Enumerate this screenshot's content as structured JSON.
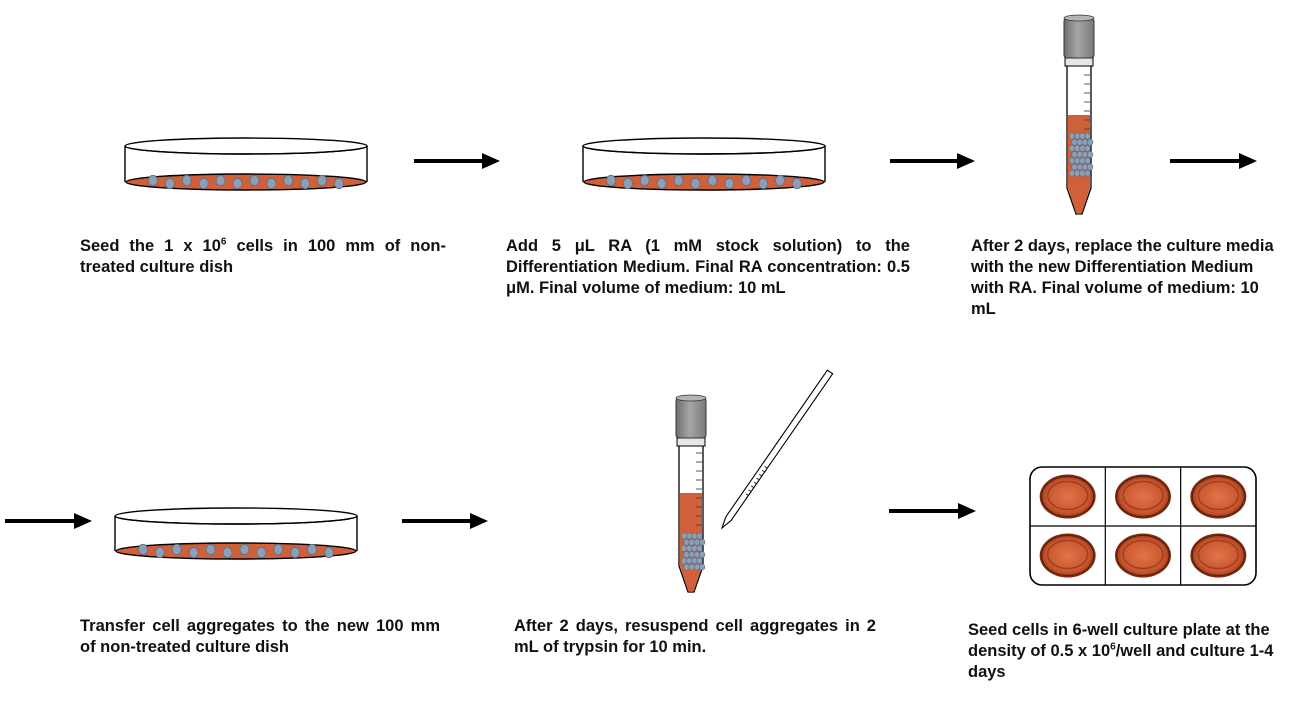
{
  "steps": [
    {
      "text_before": "Seed the 1 x 10",
      "sup": "6",
      "text_after": " cells in 100 mm of non-treated culture dish",
      "icon": "petri-dish-icon"
    },
    {
      "text": "Add 5 μL RA (1 mM stock solution) to the Differentiation Medium. Final RA concentration: 0.5 μM. Final volume of medium: 10 mL",
      "icon": "petri-dish-icon"
    },
    {
      "text": "After 2 days, replace the culture media with the new Differentiation Medium with RA. Final volume of medium: 10 mL",
      "icon": "centrifuge-tube-icon"
    },
    {
      "text": "Transfer cell aggregates to the new 100 mm of non-treated culture dish",
      "icon": "petri-dish-icon"
    },
    {
      "text": "After 2 days, resuspend cell aggregates in 2 mL of trypsin for 10 min.",
      "icon": "tube-and-pipette-icon"
    },
    {
      "text_before": "Seed cells in 6-well culture plate at the density of 0.5 x 10",
      "sup": "6",
      "text_after": "/well and culture 1-4 days",
      "icon": "six-well-plate-icon"
    }
  ],
  "colors": {
    "medium": "#d0603a",
    "medium_dark": "#b84e2a",
    "cells": "#8d9fb6",
    "cell_edge": "#5e6f86",
    "cap": "#8c8c8c",
    "arrow": "#000000"
  }
}
